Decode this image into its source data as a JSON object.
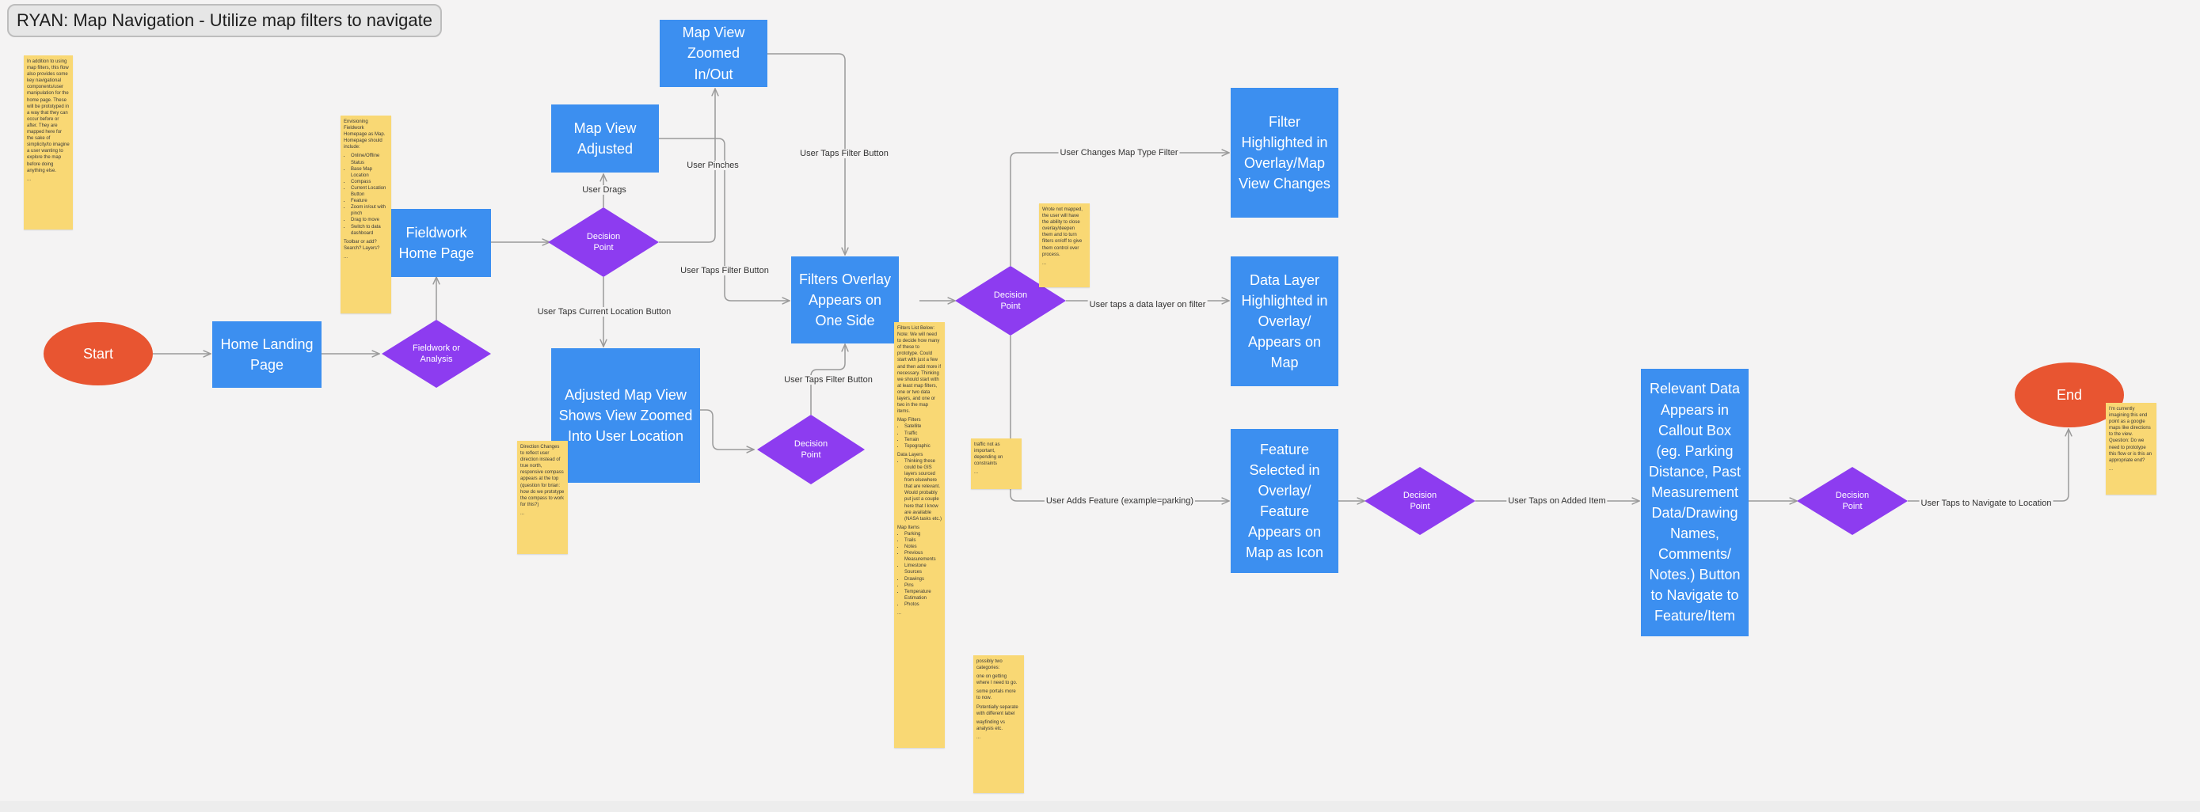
{
  "title": "RYAN: Map Navigation - Utilize map filters to navigate",
  "nodes": {
    "start": "Start",
    "end": "End",
    "home_landing": "Home Landing Page",
    "fieldwork_or_analysis": "Fieldwork or Analysis",
    "fieldwork_home": "Fieldwork Home Page",
    "decision_1": "Decision Point",
    "map_view_adjusted": "Map View Adjusted",
    "map_view_zoomed": "Map View Zoomed In/Out",
    "adjusted_map_view": "Adjusted Map View Shows View Zoomed Into User Location",
    "decision_2": "Decision Point",
    "filters_overlay": "Filters Overlay Appears on One Side",
    "decision_3": "Decision Point",
    "filter_highlighted": "Filter Highlighted in Overlay/Map View Changes",
    "data_layer_highlighted": "Data Layer Highlighted in Overlay/ Appears on Map",
    "feature_selected": "Feature Selected in Overlay/ Feature Appears on Map as Icon",
    "decision_4": "Decision Point",
    "relevant_data": "Relevant Data Appears in Callout Box (eg. Parking Distance, Past Measurement Data/Drawing Names, Comments/ Notes.) Button to Navigate to Feature/Item",
    "decision_5": "Decision Point"
  },
  "edge_labels": {
    "user_drags": "User Drags",
    "user_pinches": "User Pinches",
    "user_taps_filter_1": "User Taps Filter Button",
    "user_taps_filter_2": "User Taps Filter Button",
    "user_taps_filter_3": "User Taps Filter Button",
    "user_taps_current_location": "User Taps Current Location Button",
    "user_changes_map_type": "User Changes Map Type Filter",
    "user_taps_data_layer": "User taps a data layer on filter",
    "user_adds_feature": "User Adds Feature (example=parking)",
    "user_taps_added_item": "User Taps on Added Item",
    "user_taps_navigate": "User Taps to Navigate to Location"
  },
  "stickies": {
    "intro": {
      "lines": [
        "In addition to using map filters, this flow also provides some key navigational components/user manipulation for the home page. These will be prototyped in a way that they can occur before or after. They are mapped here for the sake of simplicity/to imagine a user wanting to explore the map before doing anything else."
      ],
      "more": "..."
    },
    "homepage": {
      "intro": "Envisioning Fieldwork Homepage as Map. Homepage should include:",
      "items": [
        "Online/Offline Status",
        "Base Map Location",
        "Compass",
        "Current Location Button",
        "Feature",
        "Zoom in/out with pinch",
        "Drag to move",
        "Switch to data dashboard"
      ],
      "after": "Toolbar or add? Search? Layers?",
      "more": "..."
    },
    "direction": {
      "lines": [
        "Direction Changes to reflect user direction instead of true north, responsive compass appears at the top (question for brian: how do we prototype the compass to work for this?)"
      ],
      "more": "..."
    },
    "filters_list": {
      "intro": "Filters List Below: Note: We will need to decide how many of these to prototype. Could start with just a few and then add more if necessary. Thinking we should start with at least map filters, one or two data layers, and one or two in the map items.",
      "map_filters_title": "Map Filters",
      "map_filters": [
        "Satellite",
        "Traffic",
        "Terrain",
        "Topographic"
      ],
      "data_layers_title": "Data Layers",
      "data_layers": [
        "Thinking these could be GIS layers sourced from elsewhere that are relevant. Would probably put just a couple here that I know are available (NASA tasks etc.)"
      ],
      "map_items_title": "Map Items",
      "map_items": [
        "Parking",
        "Trails",
        "Notes",
        "Previous Measurements",
        "Limestone Sources",
        "Drawings",
        "Pins",
        "Temperature Estimation",
        "Photos"
      ],
      "more": "..."
    },
    "map_type": {
      "lines": [
        "Wrote not mapped, the user will have the ability to close overlay/deepen them and to turn filters on/off to give them control over process."
      ],
      "more": "..."
    },
    "traffic": {
      "lines": [
        "traffic not as important, depending on constraints"
      ],
      "more": "..."
    },
    "categories": {
      "lines": [
        "possibly two categories:",
        "one on getting where I need to go.",
        "some portals more to now.",
        "Potentially separate with different label",
        "wayfinding vs analysis etc."
      ],
      "more": "..."
    },
    "end_note": {
      "lines": [
        "I'm currently imagining this end point as a google maps like directions to the view. Question: Do we need to prototype this flow or is this an appropriate end?"
      ],
      "more": "..."
    }
  },
  "colors": {
    "box": "#3c8ff0",
    "diamond": "#8d3cf0",
    "oval": "#e85531",
    "sticky": "#f9d874",
    "edge": "#9a9a9a"
  }
}
